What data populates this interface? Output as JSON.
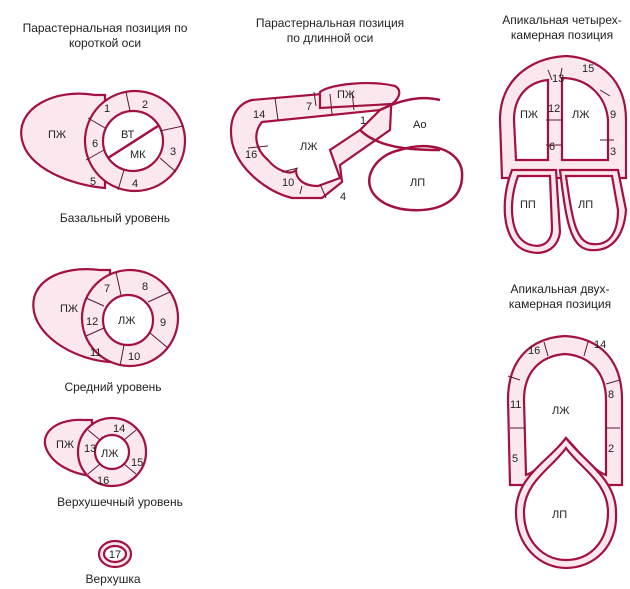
{
  "titles": {
    "psax": [
      "Парастернальная позиция по",
      "короткой оси"
    ],
    "plax": [
      "Парастернальная позиция",
      "по длинной оси"
    ],
    "a4c": [
      "Апикальная четырех-",
      "камерная позиция"
    ],
    "a2c": [
      "Апикальная двух-",
      "камерная позиция"
    ]
  },
  "levels": {
    "basal": "Базальный уровень",
    "mid": "Средний уровень",
    "apical": "Верхушечный уровень",
    "apex": "Верхушка"
  },
  "cavities": {
    "rv": "ПЖ",
    "lv": "ЛЖ",
    "la": "ЛП",
    "ra": "ПП",
    "ao": "Ао",
    "valve_top": "ВТ",
    "valve_mv": "МК"
  },
  "segments": {
    "basal": [
      "1",
      "2",
      "3",
      "4",
      "5",
      "6"
    ],
    "mid": [
      "7",
      "8",
      "9",
      "10",
      "11",
      "12"
    ],
    "apical": [
      "13",
      "14",
      "15",
      "16"
    ],
    "apex": "17",
    "plax": [
      "14",
      "7",
      "1",
      "16",
      "10",
      "4"
    ],
    "a4c": [
      "15",
      "13",
      "12",
      "6",
      "9",
      "3"
    ],
    "a2c": [
      "16",
      "14",
      "11",
      "8",
      "5",
      "2"
    ]
  }
}
